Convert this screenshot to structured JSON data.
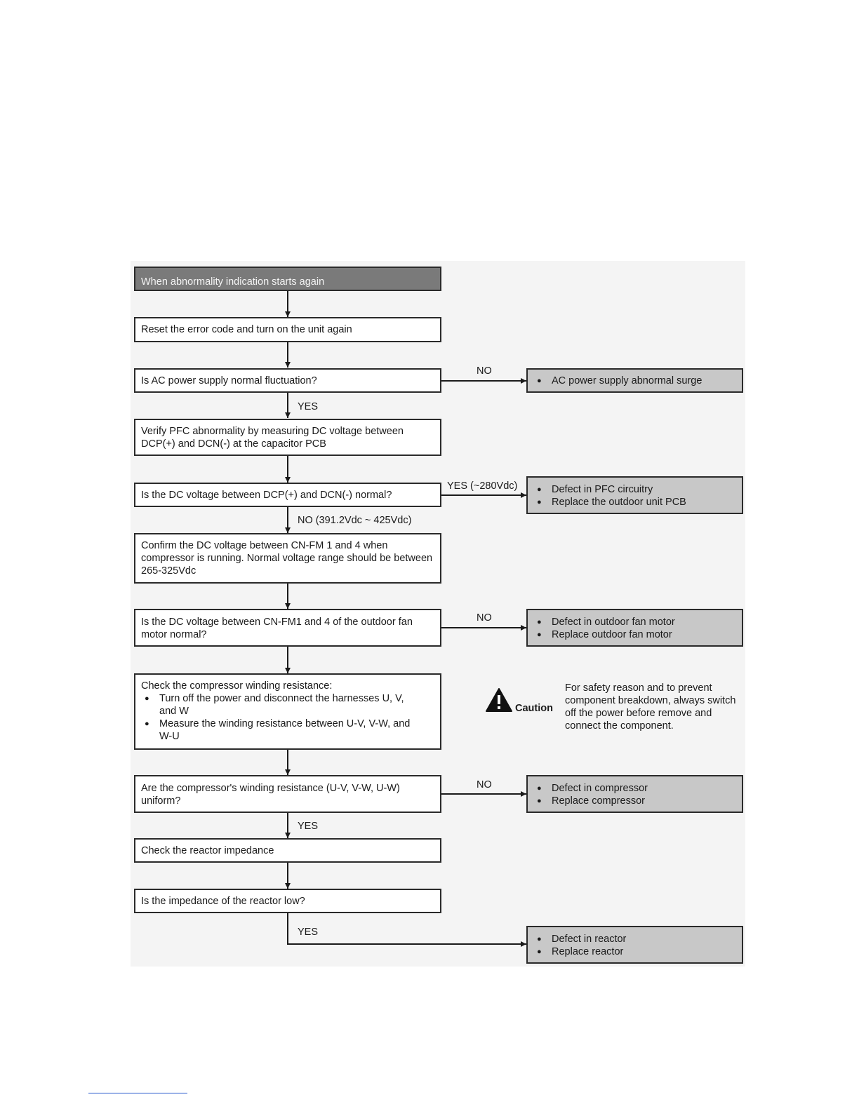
{
  "flow": {
    "start": "When abnormality indication starts again",
    "step_reset": "Reset the error code and turn on the unit again",
    "q_ac": "Is AC power supply normal fluctuation?",
    "step_verify_pfc": "Verify PFC abnormality by measuring DC voltage between DCP(+) and DCN(-) at the capacitor PCB",
    "q_dc": "Is the DC voltage between DCP(+) and DCN(-) normal?",
    "step_confirm_fm": "Confirm the DC voltage between CN-FM 1 and 4 when compressor is running. Normal voltage range should be between 265-325Vdc",
    "q_fan": "Is the DC voltage between CN-FM1 and 4 of the outdoor fan motor normal?",
    "step_compressor": {
      "title": "Check the compressor winding resistance:",
      "items": [
        "Turn off the power and disconnect the harnesses U, V, and W",
        "Measure the winding resistance between U-V, V-W, and W-U"
      ]
    },
    "q_winding": "Are the compressor's winding resistance (U-V, V-W, U-W) uniform?",
    "step_reactor": "Check the reactor impedance",
    "q_reactor": "Is the impedance of the reactor low?"
  },
  "results": {
    "ac_surge": [
      "AC power supply abnormal surge"
    ],
    "pfc": [
      "Defect in PFC circuitry",
      "Replace the outdoor unit PCB"
    ],
    "fan": [
      "Defect in outdoor fan motor",
      "Replace outdoor fan motor"
    ],
    "compressor": [
      "Defect in compressor",
      "Replace compressor"
    ],
    "reactor": [
      "Defect in reactor",
      "Replace reactor"
    ]
  },
  "labels": {
    "ac_no": "NO",
    "ac_yes": "YES",
    "dc_yes": "YES (~280Vdc)",
    "dc_no": "NO (391.2Vdc ~ 425Vdc)",
    "fan_no": "NO",
    "winding_no": "NO",
    "winding_yes": "YES",
    "reactor_yes": "YES"
  },
  "caution": {
    "word": "Caution",
    "text": "For safety reason and to prevent component breakdown, always switch off the power before remove and connect the component.",
    "icon": "warning-triangle-icon"
  },
  "colors": {
    "start_fill": "#7a7a7a",
    "result_fill": "#c8c8c8",
    "background": "#f4f4f4"
  }
}
